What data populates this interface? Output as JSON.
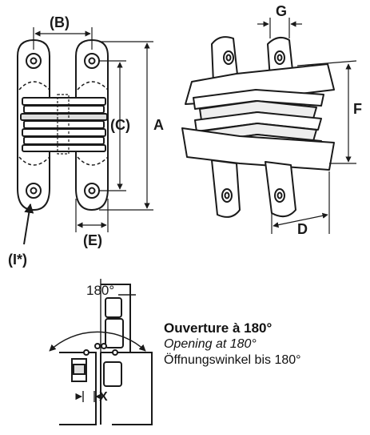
{
  "labels": {
    "A": "A",
    "B": "(B)",
    "C": "(C)",
    "D": "D",
    "E": "(E)",
    "F": "F",
    "G": "G",
    "I": "(I*)",
    "X": "X",
    "angle": "180°"
  },
  "caption": {
    "french": "Ouverture à 180°",
    "english": "Opening at 180°",
    "german": "Öffnungswinkel bis 180°"
  },
  "colors": {
    "ink": "#1a1a1a",
    "background": "#ffffff"
  }
}
